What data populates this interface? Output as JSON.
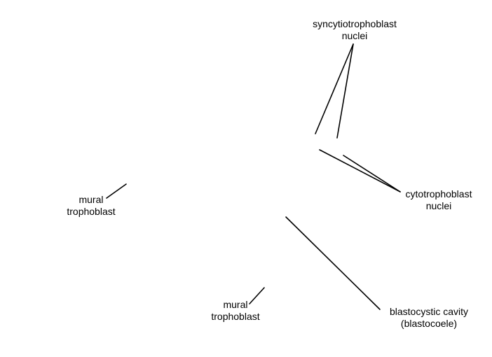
{
  "labels": {
    "syncytiotrophoblast": {
      "line1": "syncytiotrophoblast",
      "line2": "nuclei"
    },
    "cytotrophoblast": {
      "line1": "cytotrophoblast",
      "line2": "nuclei"
    },
    "mural_trophoblast_upper": {
      "line1": "mural",
      "line2": "trophoblast"
    },
    "mural_trophoblast_lower": {
      "line1": "mural",
      "line2": "trophoblast"
    },
    "blastocystic_cavity": {
      "line1": "blastocystic cavity",
      "line2": "(blastocoele)"
    }
  },
  "colors": {
    "background": "#ffffff",
    "ink": "#000000"
  }
}
